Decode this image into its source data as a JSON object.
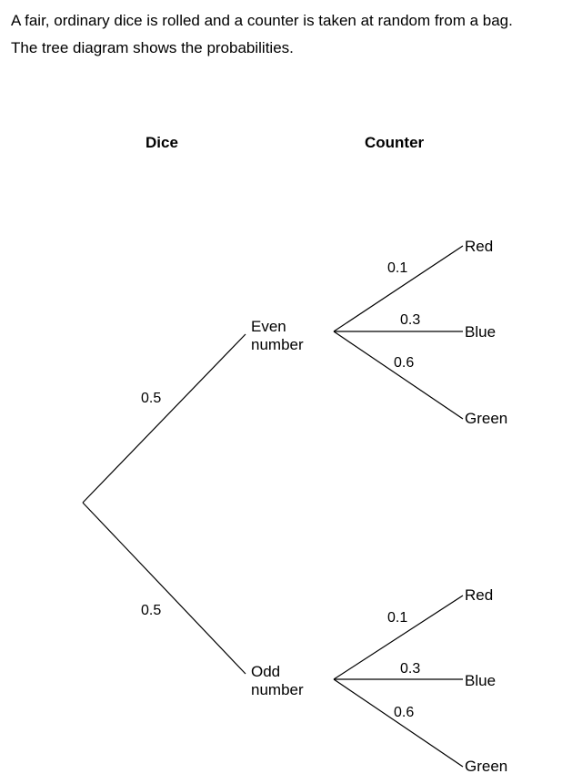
{
  "question": {
    "line1": "A fair, ordinary dice is rolled and a counter is taken at random from a bag.",
    "line2": "The tree diagram shows the probabilities."
  },
  "headers": {
    "dice": "Dice",
    "counter": "Counter"
  },
  "branches": {
    "even": {
      "label_line1": "Even",
      "label_line2": "number",
      "probability": "0.5",
      "counters": [
        {
          "label": "Red",
          "probability": "0.1"
        },
        {
          "label": "Blue",
          "probability": "0.3"
        },
        {
          "label": "Green",
          "probability": "0.6"
        }
      ]
    },
    "odd": {
      "label_line1": "Odd",
      "label_line2": "number",
      "probability": "0.5",
      "counters": [
        {
          "label": "Red",
          "probability": "0.1"
        },
        {
          "label": "Blue",
          "probability": "0.3"
        },
        {
          "label": "Green",
          "probability": "0.6"
        }
      ]
    }
  }
}
